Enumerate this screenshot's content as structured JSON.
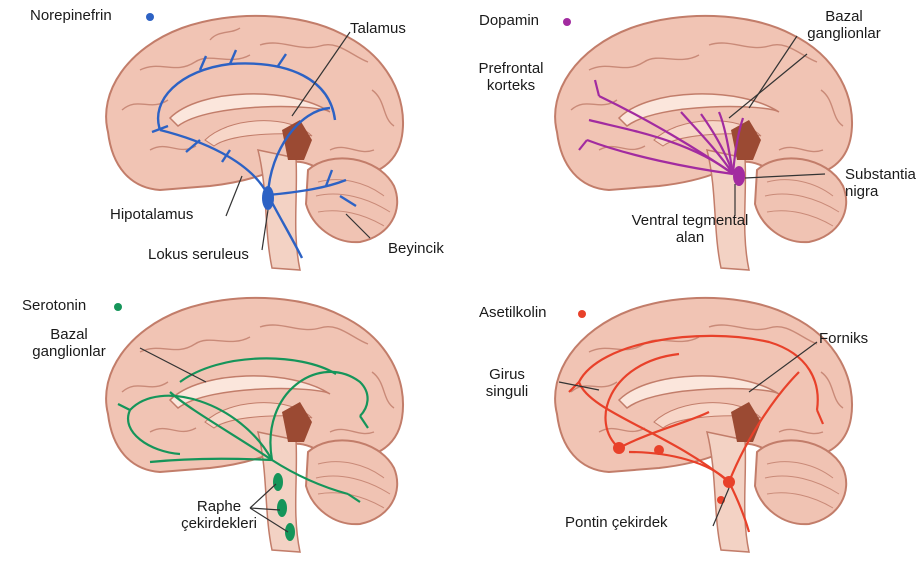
{
  "panels": [
    {
      "title": "Norepinefrin",
      "color": "#2d62c4",
      "labels": [
        "Talamus",
        "Hipotalamus",
        "Lokus seruleus",
        "Beyincik"
      ]
    },
    {
      "title": "Dopamin",
      "color": "#a22ba0",
      "labels": [
        "Bazal ganglionlar",
        "Prefrontal korteks",
        "Substantia nigra",
        "Ventral tegmental alan"
      ]
    },
    {
      "title": "Serotonin",
      "color": "#15955a",
      "labels": [
        "Bazal ganglionlar",
        "Raphe çekirdekleri"
      ]
    },
    {
      "title": "Asetilkolin",
      "color": "#e8412a",
      "labels": [
        "Forniks",
        "Girus singuli",
        "Pontin çekirdek"
      ]
    }
  ]
}
